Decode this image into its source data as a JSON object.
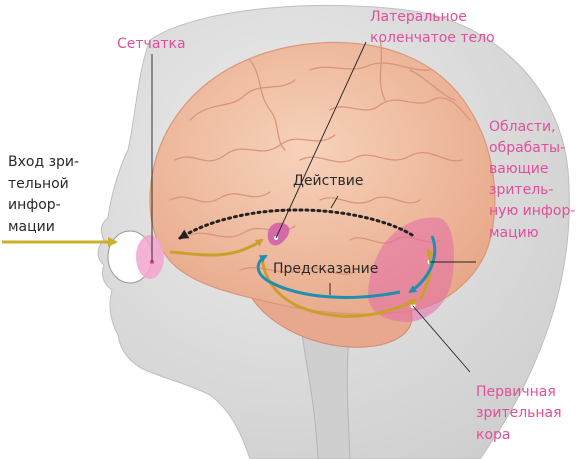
{
  "labels": {
    "retina": "Сетчатка",
    "lgn": [
      "Латеральное",
      "коленчатое тело"
    ],
    "input": [
      "Вход зри-",
      "тельной",
      "инфор-",
      "мации"
    ],
    "action": "Действие",
    "prediction": "Предсказание",
    "visual_areas": [
      "Области,",
      "обрабаты-",
      "вающие",
      "зритель-",
      "ную инфор-",
      "мацию"
    ],
    "primary_cortex": [
      "Первичная",
      "зрительная",
      "кора"
    ]
  },
  "colors": {
    "label_pink": "#e0509a",
    "label_dark": "#2a2a2a",
    "input_arrow": "#c9b12a",
    "feedforward_arrow": "#c9a02a",
    "prediction_arrow": "#1f8fb0",
    "action_arrow": "#222222",
    "brain": "#f3c0a3",
    "head": "#dcdcdc",
    "highlight": "#e46aa8"
  }
}
